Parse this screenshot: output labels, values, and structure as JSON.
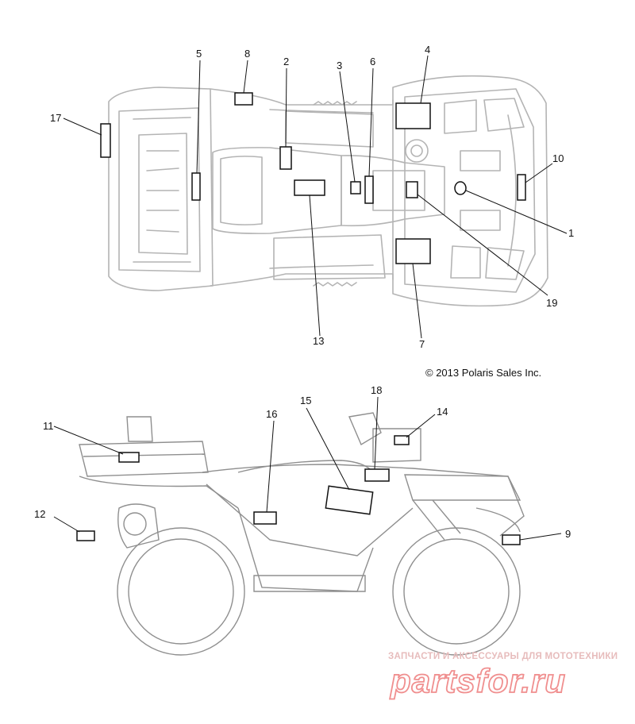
{
  "callouts": {
    "c1": "1",
    "c2": "2",
    "c3": "3",
    "c4": "4",
    "c5": "5",
    "c6": "6",
    "c7": "7",
    "c8": "8",
    "c9": "9",
    "c10": "10",
    "c11": "11",
    "c12": "12",
    "c13": "13",
    "c14": "14",
    "c15": "15",
    "c16": "16",
    "c17": "17",
    "c18": "18",
    "c19": "19"
  },
  "copyright": "© 2013 Polaris Sales Inc.",
  "watermark": {
    "tagline": "ЗАПЧАСТИ И АКСЕССУАРЫ ДЛЯ МОТОТЕХНИКИ",
    "brand": "partsfor.ru"
  },
  "colors": {
    "line_art": "#b4b4b4",
    "decal_outline": "#111111",
    "watermark": "#f08f8f"
  }
}
